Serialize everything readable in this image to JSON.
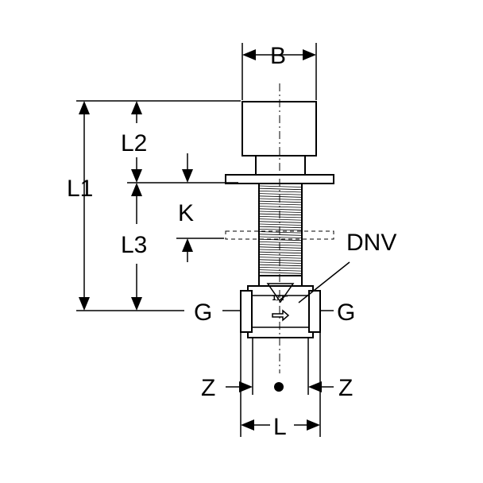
{
  "labels": {
    "b": "B",
    "l1": "L1",
    "l2": "L2",
    "l3": "L3",
    "k": "K",
    "dnv": "DNV",
    "g_left": "G",
    "g_right": "G",
    "z_left": "Z",
    "z_right": "Z",
    "l": "L",
    "size_mark": "1/2\""
  }
}
